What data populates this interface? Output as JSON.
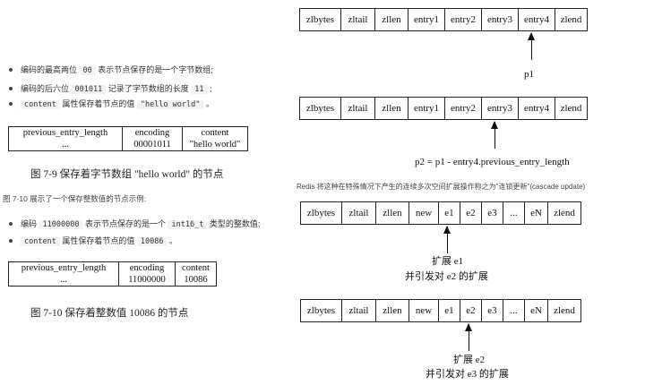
{
  "left": {
    "bullets1": [
      {
        "parts": [
          "编码的最高两位 ",
          "00",
          " 表示节点保存的是一个字节数组;"
        ]
      },
      {
        "parts": [
          "编码的后六位 ",
          "001011",
          " 记录了字节数组的长度 ",
          "11",
          " ;"
        ]
      },
      {
        "parts": [
          "",
          "content",
          " 属性保存着节点的值 ",
          "\"hello world\"",
          " 。"
        ]
      }
    ],
    "table1": {
      "row1": [
        "previous_entry_length",
        "encoding",
        "content"
      ],
      "row2": [
        "...",
        "00001011",
        "\"hello world\""
      ]
    },
    "caption1": "图 7-9   保存着字节数组 \"hello world\" 的节点",
    "intro": "图 7-10 展示了一个保存整数值的节点示例:",
    "bullets2": [
      {
        "parts": [
          "编码 ",
          "11000000",
          " 表示节点保存的是一个 ",
          "int16_t",
          " 类型的整数值;"
        ]
      },
      {
        "parts": [
          "",
          "content",
          " 属性保存着节点的值 ",
          "10086",
          " 。"
        ]
      }
    ],
    "table2": {
      "row1": [
        "previous_entry_length",
        "encoding",
        "content"
      ],
      "row2": [
        "...",
        "11000000",
        "10086"
      ]
    },
    "caption2": "图 7-10   保存着整数值 10086 的节点"
  },
  "right": {
    "list1": [
      "zlbytes",
      "zltail",
      "zllen",
      "entry1",
      "entry2",
      "entry3",
      "entry4",
      "zlend"
    ],
    "label1": "p1",
    "list2": [
      "zlbytes",
      "zltail",
      "zllen",
      "entry1",
      "entry2",
      "entry3",
      "entry4",
      "zlend"
    ],
    "label2": "p2 = p1 - entry4.previous_entry_length",
    "note": "Redis 将这种在特殊情况下产生的连续多次空间扩展操作称之为\"连锁更新\"(cascade update)",
    "list3": [
      "zlbytes",
      "zltail",
      "zllen",
      "new",
      "e1",
      "e2",
      "e3",
      "...",
      "eN",
      "zlend"
    ],
    "label3a": "扩展 e1",
    "label3b": "并引发对 e2 的扩展",
    "list4": [
      "zlbytes",
      "zltail",
      "zllen",
      "new",
      "e1",
      "e2",
      "e3",
      "...",
      "eN",
      "zlend"
    ],
    "label4a": "扩展 e2",
    "label4b": "并引发对 e3 的扩展"
  }
}
